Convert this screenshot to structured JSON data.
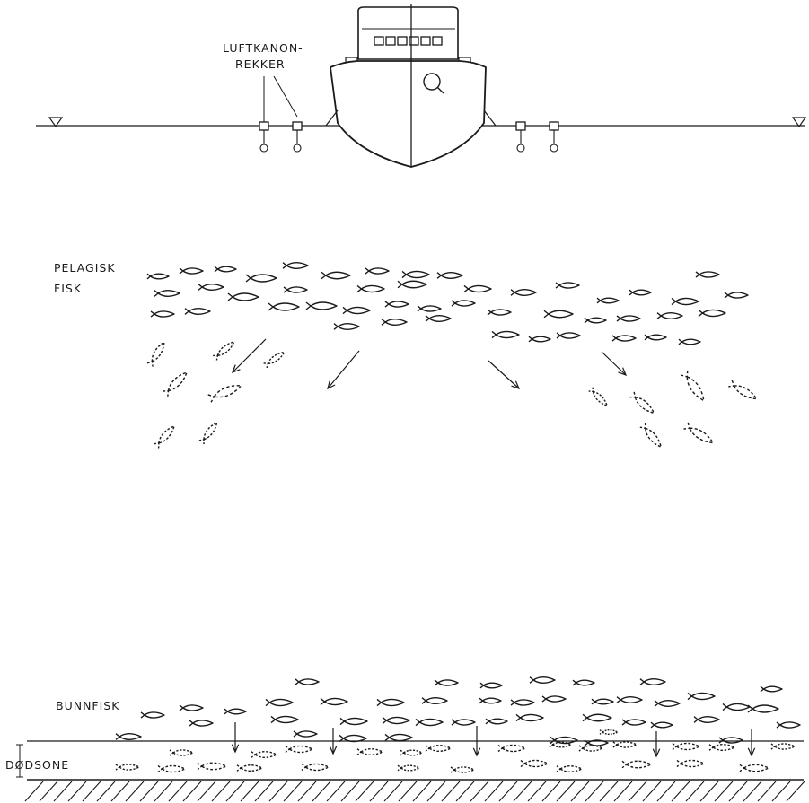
{
  "labels": {
    "cannon_line1": "LUFTKANON-",
    "cannon_line2": "REKKER",
    "pelagic_line1": "PELAGISK",
    "pelagic_line2": "FISK",
    "bottom_fish": "BUNNFISK",
    "dead_zone": "DØDSONE"
  },
  "colors": {
    "ink": "#1a1a1a",
    "paper": "#ffffff"
  }
}
